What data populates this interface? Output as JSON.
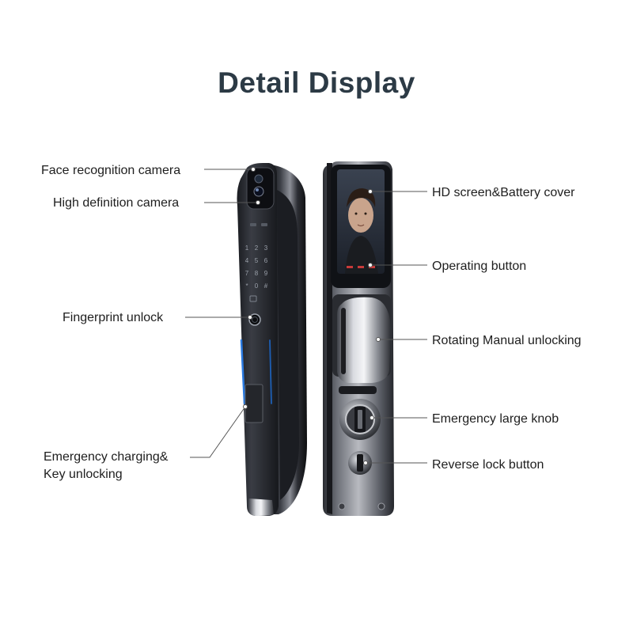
{
  "title": "Detail Display",
  "labels": {
    "face_camera": "Face recognition camera",
    "hd_camera": "High definition camera",
    "fingerprint": "Fingerprint unlock",
    "emergency_charging_1": "Emergency charging&",
    "emergency_charging_2": "Key unlocking",
    "hd_screen": "HD screen&Battery cover",
    "operating_button": "Operating button",
    "rotating_manual": "Rotating Manual unlocking",
    "emergency_knob": "Emergency large knob",
    "reverse_lock": "Reverse lock button"
  },
  "keypad": [
    "1",
    "2",
    "3",
    "4",
    "5",
    "6",
    "7",
    "8",
    "9",
    "*",
    "0",
    "#"
  ],
  "colors": {
    "title": "#2c3a45",
    "lock_body": "#2b2d33",
    "accent_blue": "#2a7ae0"
  }
}
